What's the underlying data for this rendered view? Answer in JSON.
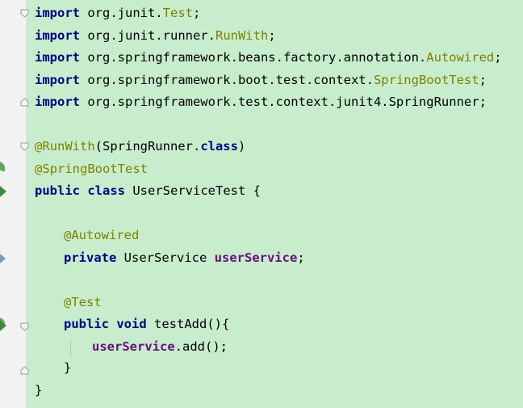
{
  "editor": {
    "colors": {
      "background": "#c7edcc",
      "keyword": "#000080",
      "annotation": "#808000",
      "field": "#660e7a"
    },
    "lines": {
      "l1": {
        "kw": "import",
        "pkg": " org.junit.",
        "cls": "Test",
        "end": ";"
      },
      "l2": {
        "kw": "import",
        "pkg": " org.junit.runner.",
        "cls": "RunWith",
        "end": ";"
      },
      "l3": {
        "kw": "import",
        "pkg": " org.springframework.beans.factory.annotation.",
        "cls": "Autowired",
        "end": ";"
      },
      "l4": {
        "kw": "import",
        "pkg": " org.springframework.boot.test.context.",
        "cls": "SpringBootTest",
        "end": ";"
      },
      "l5": {
        "kw": "import",
        "rest": " org.springframework.test.context.junit4.SpringRunner;"
      },
      "l6": {
        "ann": "@RunWith",
        "open": "(SpringRunner.",
        "kw": "class",
        "close": ")"
      },
      "l7": {
        "ann": "@SpringBootTest"
      },
      "l8": {
        "kw1": "public",
        "kw2": "class",
        "rest": " UserServiceTest {"
      },
      "l9": {
        "ann": "@Autowired"
      },
      "l10": {
        "kw": "private",
        "type": " UserService ",
        "field": "userService",
        "end": ";"
      },
      "l11": {
        "ann": "@Test"
      },
      "l12": {
        "kw1": "public",
        "kw2": "void",
        "rest": " testAdd(){"
      },
      "l13": {
        "field": "userService",
        "rest": ".add();"
      },
      "l14": {
        "text": "}"
      },
      "l15": {
        "text": "}"
      }
    },
    "gutter_icons": {
      "class_run": "run-test-icon",
      "method_run": "run-test-icon",
      "field_link": "autowired-link-icon",
      "spring_leaf": "spring-bean-icon"
    }
  }
}
